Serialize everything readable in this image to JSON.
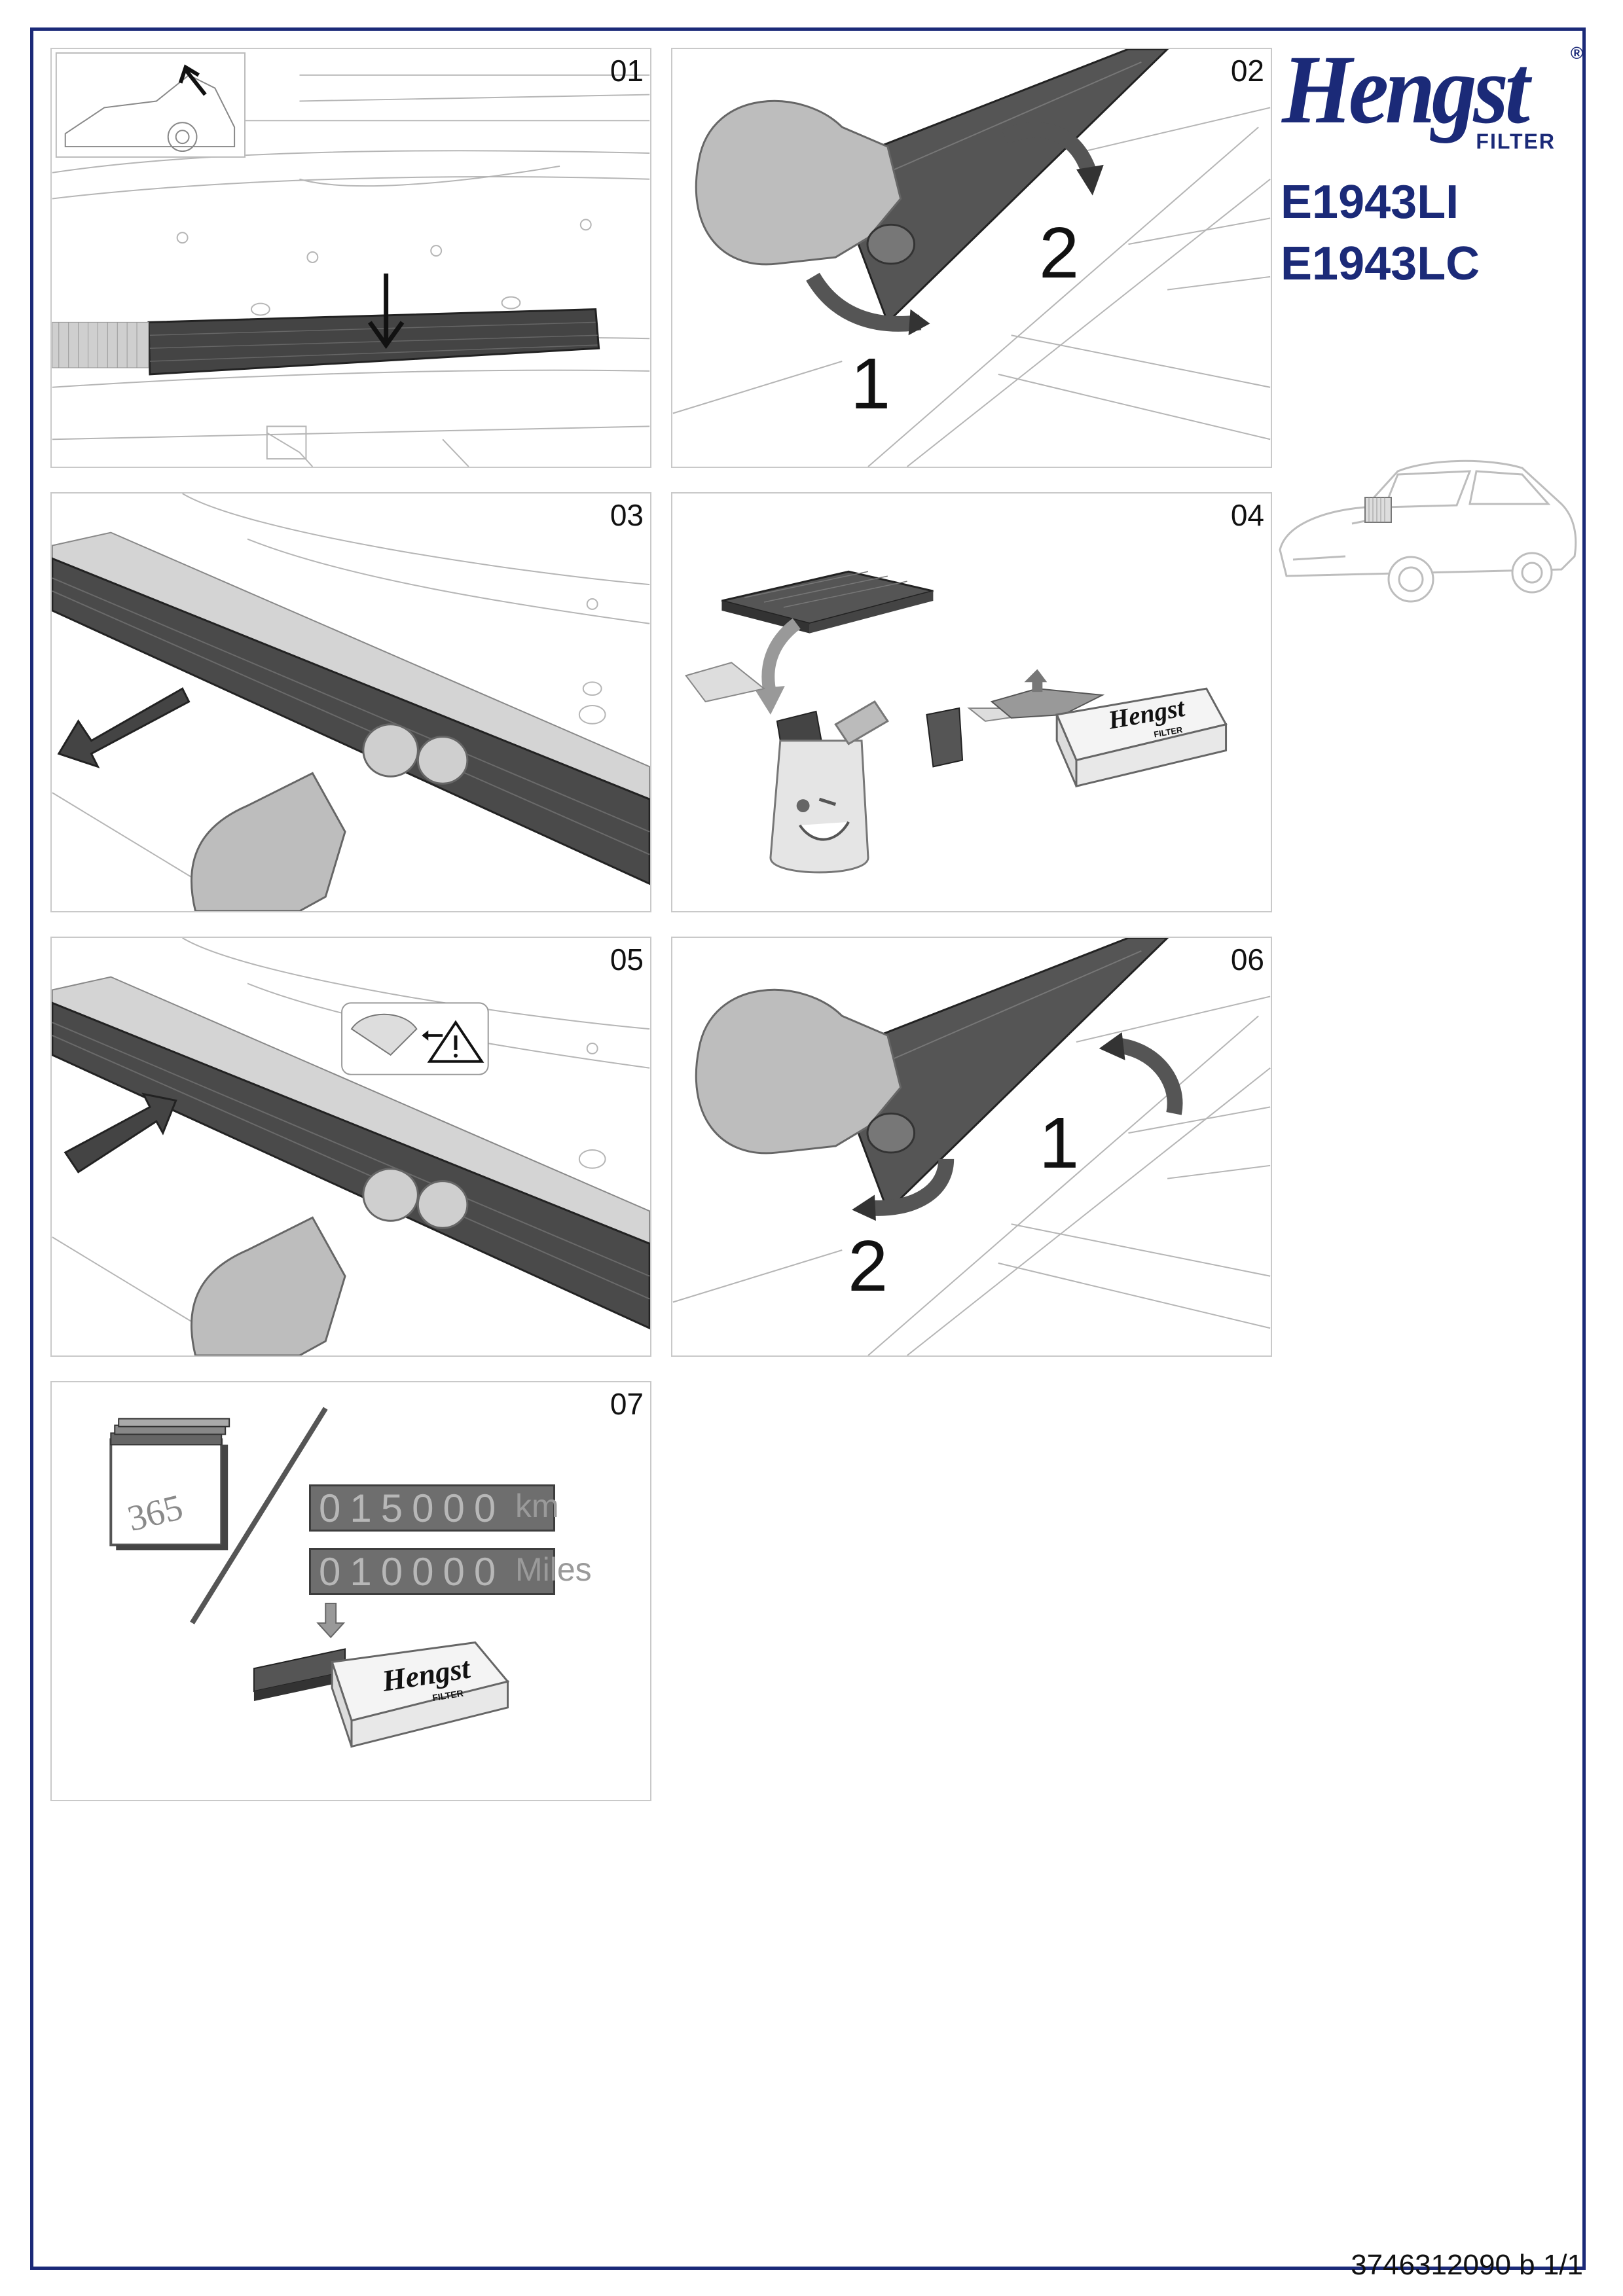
{
  "brand": {
    "name": "Hengst",
    "registered_mark": "®",
    "subtitle": "FILTER",
    "color": "#1b2a78"
  },
  "product_codes": [
    "E1943LI",
    "E1943LC"
  ],
  "steps": [
    {
      "number": "01"
    },
    {
      "number": "02",
      "callouts": [
        "1",
        "2"
      ]
    },
    {
      "number": "03"
    },
    {
      "number": "04",
      "box_logo": "Hengst",
      "box_subtitle": "FILTER"
    },
    {
      "number": "05"
    },
    {
      "number": "06",
      "callouts": [
        "1",
        "2"
      ]
    },
    {
      "number": "07",
      "calendar": "365",
      "km_reading": "015000",
      "km_unit": "km",
      "miles_reading": "010000",
      "miles_unit": "Miles",
      "box_logo": "Hengst",
      "box_subtitle": "FILTER"
    }
  ],
  "document_number": "3746312090 b 1/1",
  "colors": {
    "border": "#1b2a78",
    "illustration_dark": "#3f3f3f",
    "illustration_mid": "#8c8c8c",
    "illustration_light": "#bdbdbd"
  }
}
